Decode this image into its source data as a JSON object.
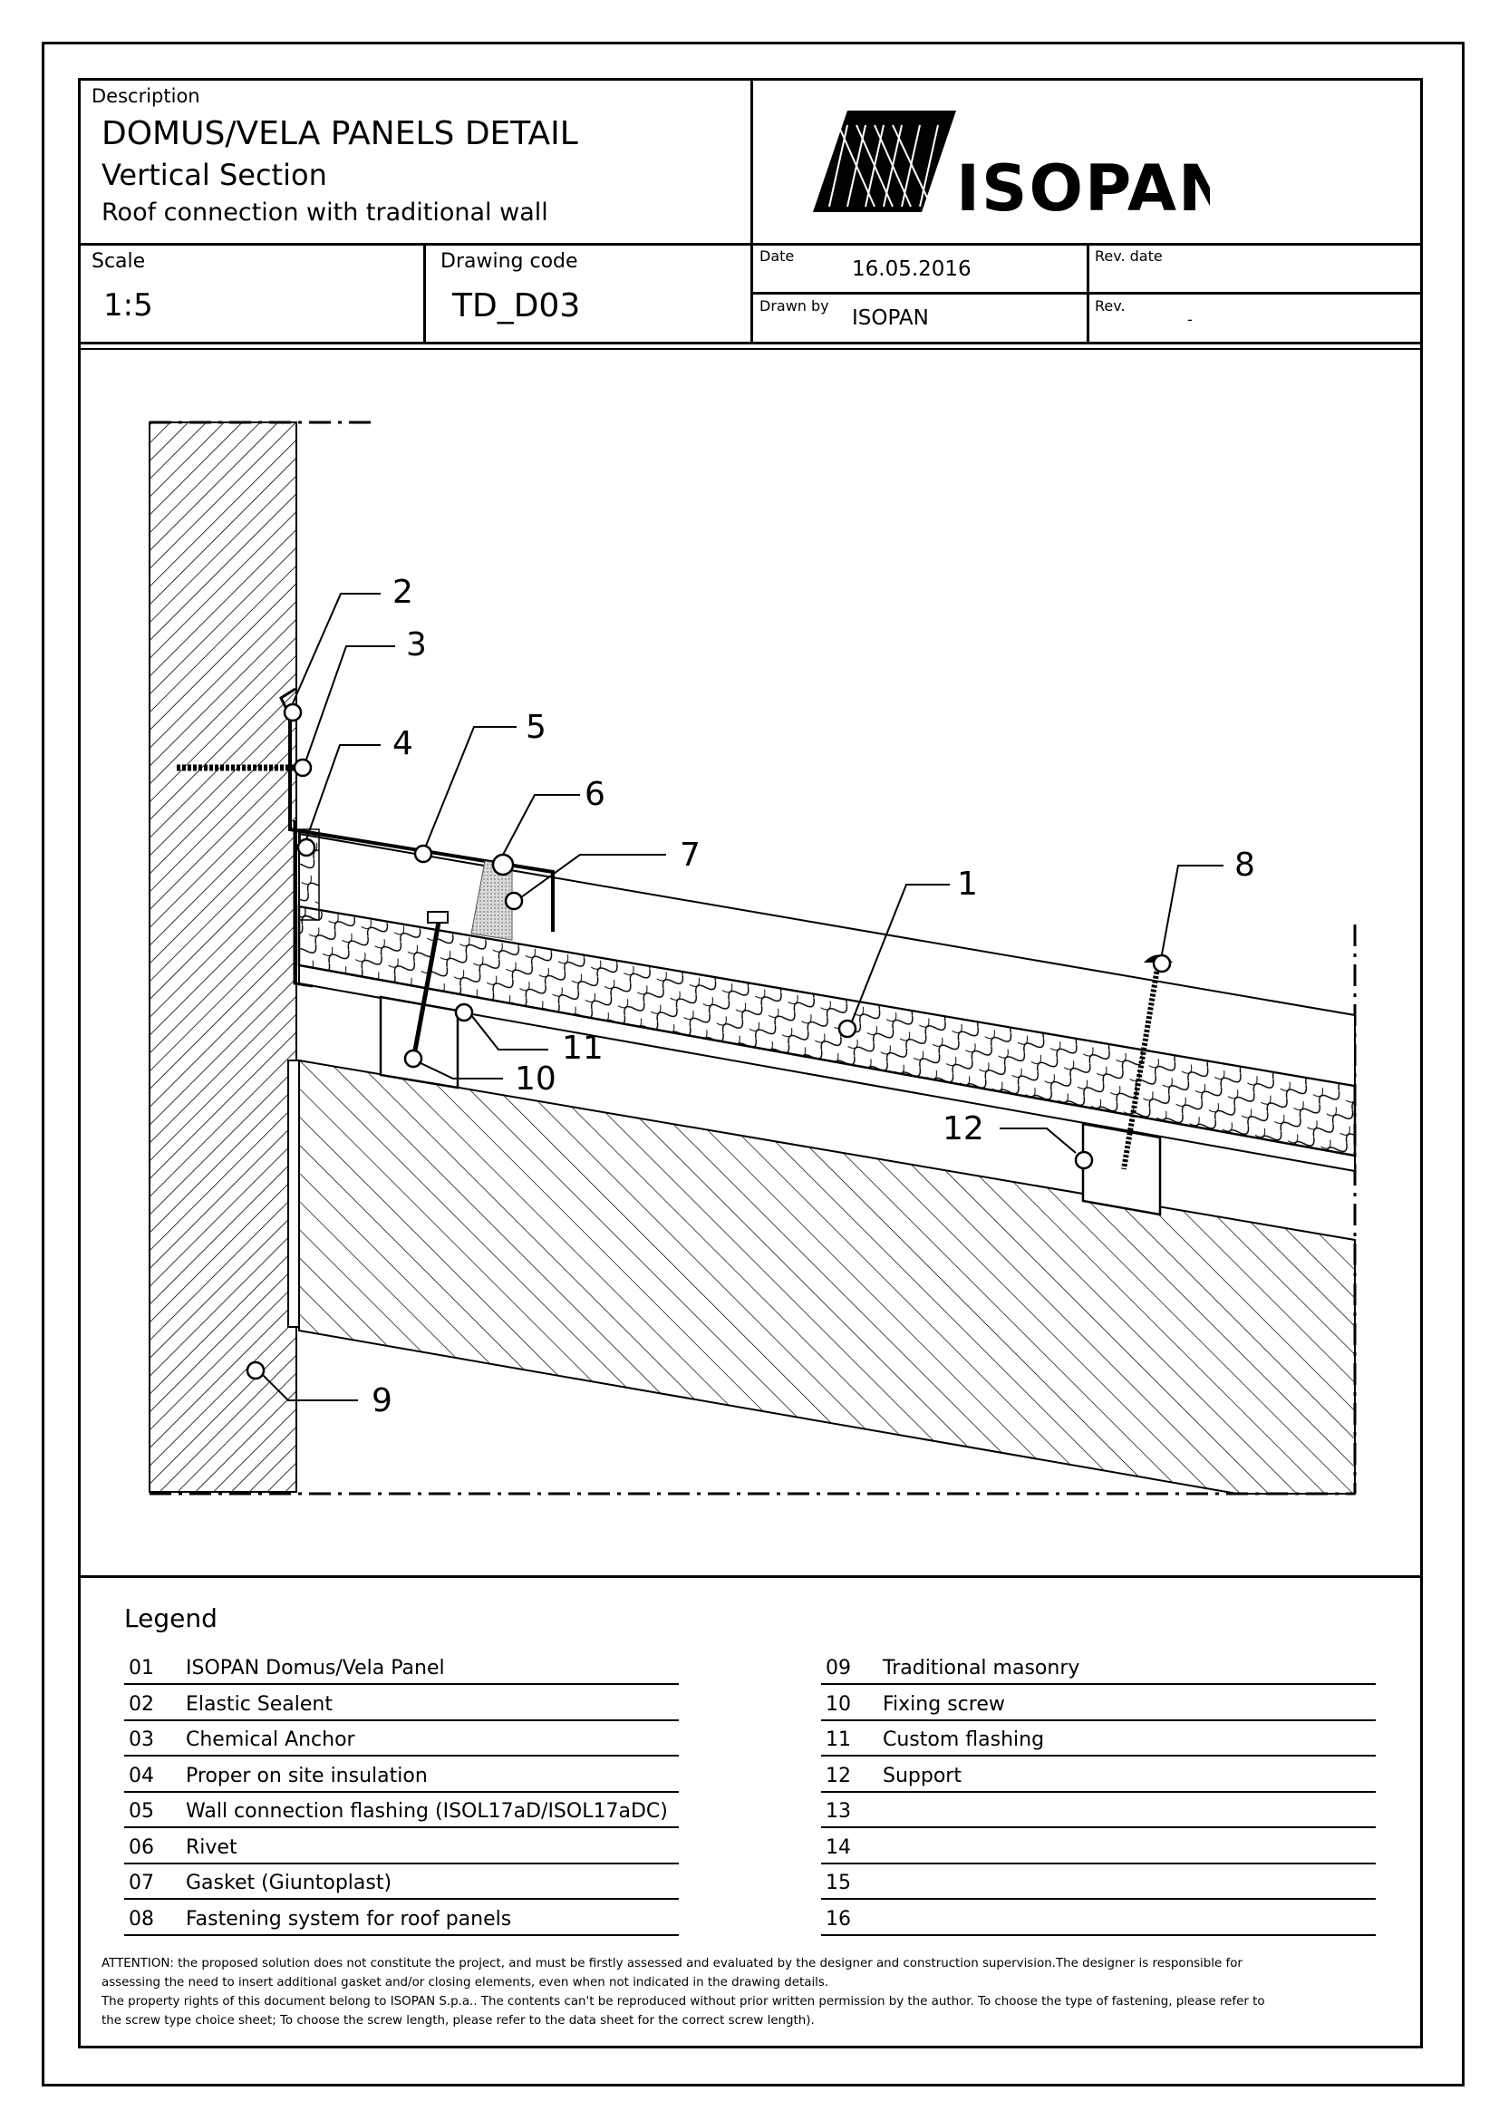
{
  "header": {
    "description_label": "Description",
    "title": "DOMUS/VELA PANELS DETAIL",
    "subtitle": "Vertical Section",
    "subtitle2": "Roof connection with traditional wall",
    "logo_text": "ISOPAN",
    "scale_label": "Scale",
    "scale_value": "1:5",
    "drawing_code_label": "Drawing code",
    "drawing_code_value": "TD_D03",
    "date_label": "Date",
    "date_value": "16.05.2016",
    "rev_date_label": "Rev. date",
    "drawn_by_label": "Drawn by",
    "drawn_by_value": "ISOPAN",
    "rev_label": "Rev.",
    "rev_value": "-"
  },
  "drawing": {
    "callouts": [
      "1",
      "2",
      "3",
      "4",
      "5",
      "6",
      "7",
      "8",
      "9",
      "10",
      "11",
      "12"
    ]
  },
  "legend": {
    "title": "Legend",
    "left": [
      {
        "num": "01",
        "label": "ISOPAN Domus/Vela Panel"
      },
      {
        "num": "02",
        "label": "Elastic Sealent"
      },
      {
        "num": "03",
        "label": "Chemical Anchor"
      },
      {
        "num": "04",
        "label": "Proper on site insulation"
      },
      {
        "num": "05",
        "label": "Wall connection flashing (ISOL17aD/ISOL17aDC)"
      },
      {
        "num": "06",
        "label": "Rivet"
      },
      {
        "num": "07",
        "label": "Gasket (Giuntoplast)"
      },
      {
        "num": "08",
        "label": "Fastening system for roof panels"
      }
    ],
    "right": [
      {
        "num": "09",
        "label": "Traditional masonry"
      },
      {
        "num": "10",
        "label": "Fixing screw"
      },
      {
        "num": "11",
        "label": "Custom flashing"
      },
      {
        "num": "12",
        "label": "Support"
      },
      {
        "num": "13",
        "label": ""
      },
      {
        "num": "14",
        "label": ""
      },
      {
        "num": "15",
        "label": ""
      },
      {
        "num": "16",
        "label": ""
      }
    ]
  },
  "footer": {
    "line1": "ATTENTION: the proposed solution does not constitute the project, and must be firstly assessed and evaluated by the designer and construction supervision.The designer is responsible for",
    "line2": "assessing the need to insert additional gasket and/or closing elements, even when not indicated in the drawing details.",
    "line3": "The property rights of this document belong to ISOPAN S.p.a.. The contents can't be reproduced without prior written permission by the author. To choose the type of fastening, please refer to",
    "line4": "the screw type choice sheet; To choose the screw length, please refer to the data sheet for the correct screw length)."
  }
}
